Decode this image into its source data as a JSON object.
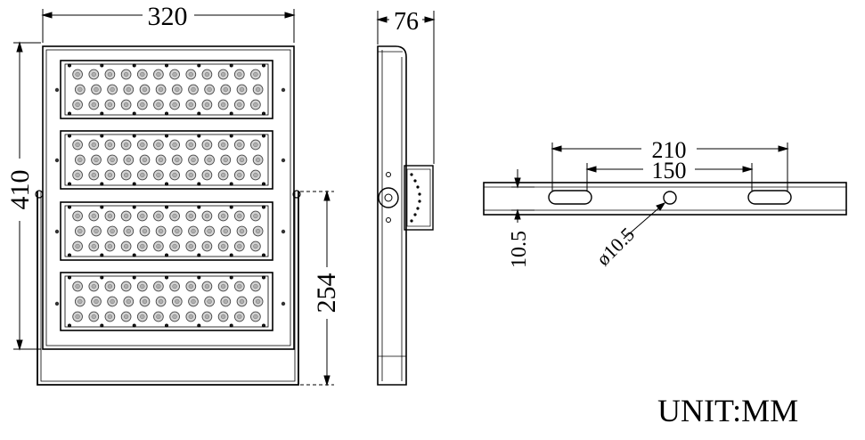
{
  "dimensions": {
    "width": "320",
    "height": "410",
    "depth": "76",
    "bracket_height": "254",
    "hole_spacing_outer": "210",
    "hole_spacing_inner": "150",
    "bracket_thickness": "10.5",
    "hole_diameter": "ø10.5"
  },
  "unit_label": "UNIT:MM",
  "modules": {
    "count": 4,
    "rows_per_module": 3,
    "leds_per_row": 12
  }
}
